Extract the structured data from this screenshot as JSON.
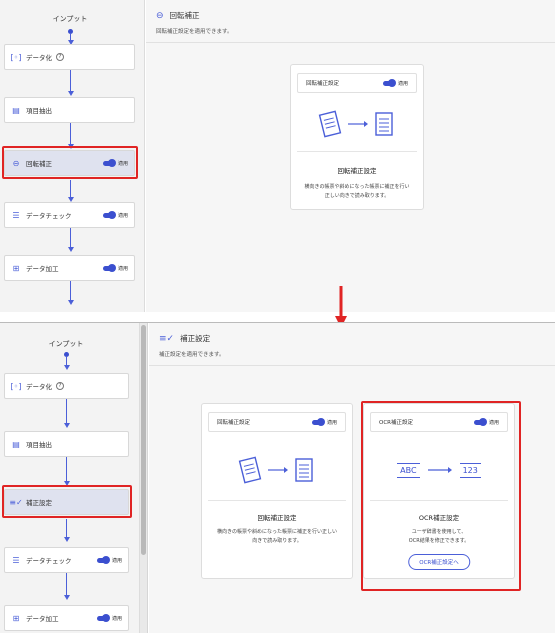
{
  "before": {
    "flow": {
      "input_label": "インプット",
      "nodes": [
        {
          "label": "データ化",
          "help": "?",
          "active": false,
          "toggle": ""
        },
        {
          "label": "項目抽出",
          "active": false,
          "toggle": ""
        },
        {
          "label": "回転補正",
          "active": true,
          "toggle": "適用"
        },
        {
          "label": "データチェック",
          "active": false,
          "toggle": "適用"
        },
        {
          "label": "データ加工",
          "active": false,
          "toggle": "適用"
        }
      ]
    },
    "header": {
      "title": "回転補正",
      "subtitle": "回転補正設定を適用できます。"
    },
    "cards": [
      {
        "head": "回転補正設定",
        "toggle": "適用",
        "title": "回転補正設定",
        "desc1": "横向きの帳票や斜めになった帳票に補正を行い",
        "desc2": "正しい向きで読み取ります。"
      }
    ]
  },
  "after": {
    "flow": {
      "input_label": "インプット",
      "nodes": [
        {
          "label": "データ化",
          "help": "?",
          "active": false,
          "toggle": ""
        },
        {
          "label": "項目抽出",
          "active": false,
          "toggle": ""
        },
        {
          "label": "補正設定",
          "active": true,
          "toggle": ""
        },
        {
          "label": "データチェック",
          "active": false,
          "toggle": "適用"
        },
        {
          "label": "データ加工",
          "active": false,
          "toggle": "適用"
        }
      ]
    },
    "header": {
      "title": "補正設定",
      "subtitle": "補正設定を適用できます。"
    },
    "cards": [
      {
        "head": "回転補正設定",
        "toggle": "適用",
        "title": "回転補正設定",
        "desc1": "横向きの帳票や斜めになった帳票に補正を行い正しい",
        "desc2": "向きで読み取ります。"
      },
      {
        "head": "OCR補正設定",
        "toggle": "適用",
        "title": "OCR補正設定",
        "desc1": "ユーザ辞書を使用して、",
        "desc2": "OCR結果を修正できます。",
        "button": "OCR補正設定へ",
        "code_left": "ABC",
        "code_right": "123"
      }
    ]
  },
  "colors": {
    "accent": "#3b4fcf",
    "highlight": "#e02424",
    "active_node": "#dfe2ef"
  }
}
